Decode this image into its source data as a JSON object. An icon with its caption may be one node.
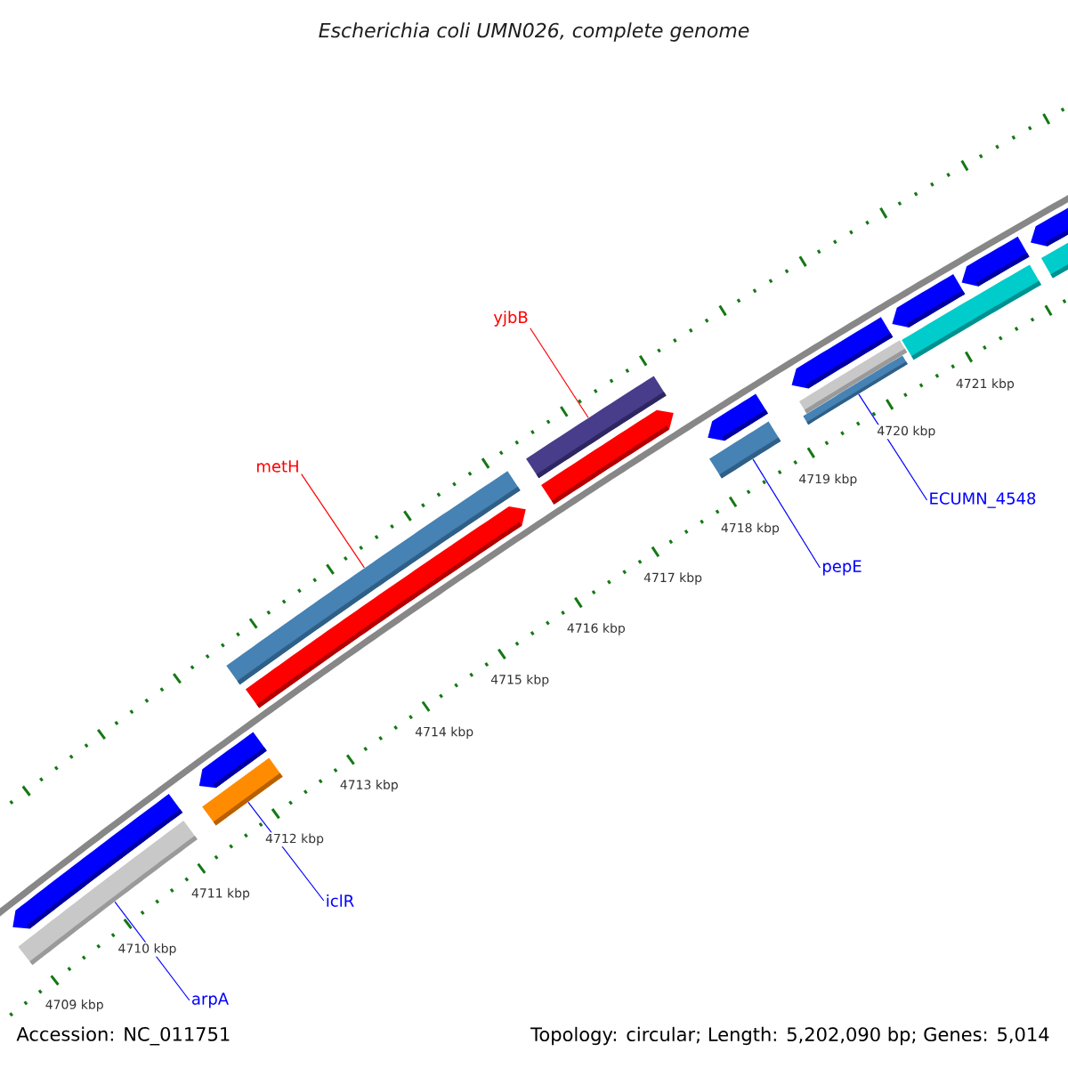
{
  "diagram": {
    "title": "Escherichia coli UMN026, complete genome",
    "nodes": [
      {
        "text": [
          "yjbB"
        ]
      },
      {
        "text": [
          "metH"
        ]
      },
      {
        "text": [
          "ECUMN_4548"
        ]
      },
      {
        "text": [
          "pepE"
        ]
      },
      {
        "text": [
          "iclR"
        ]
      },
      {
        "text": [
          "arpA"
        ]
      },
      {
        "text": [],
        "shape": "bar"
      },
      {
        "text": [],
        "shape": "bar"
      },
      {
        "text": [],
        "shape": "bar"
      },
      {
        "text": [],
        "shape": "bar"
      },
      {
        "text": [],
        "shape": "bar"
      },
      {
        "text": [],
        "shape": "bar"
      }
    ],
    "edges": [
      {
        "from": 0,
        "to": 9,
        "arrow": "none",
        "color": "#ff0000"
      },
      {
        "from": 1,
        "to": 8,
        "arrow": "none",
        "color": "#ff0000"
      },
      {
        "from": 2,
        "to": 11,
        "arrow": "none"
      },
      {
        "from": 3,
        "to": 10,
        "arrow": "none"
      },
      {
        "from": 4,
        "to": 7,
        "arrow": "none"
      },
      {
        "from": 5,
        "to": 6,
        "arrow": "none"
      }
    ],
    "labels": [
      "4721 kbp",
      "4720 kbp",
      "4719 kbp",
      "4718 kbp",
      "4717 kbp",
      "4716 kbp",
      "4715 kbp",
      "4714 kbp",
      "4713 kbp",
      "4712 kbp",
      "4711 kbp",
      "4710 kbp",
      "4709 kbp",
      "Accession: NC_011751",
      "Topology: circular; Length: 5,202,090 bp; Genes: 5,014"
    ]
  }
}
